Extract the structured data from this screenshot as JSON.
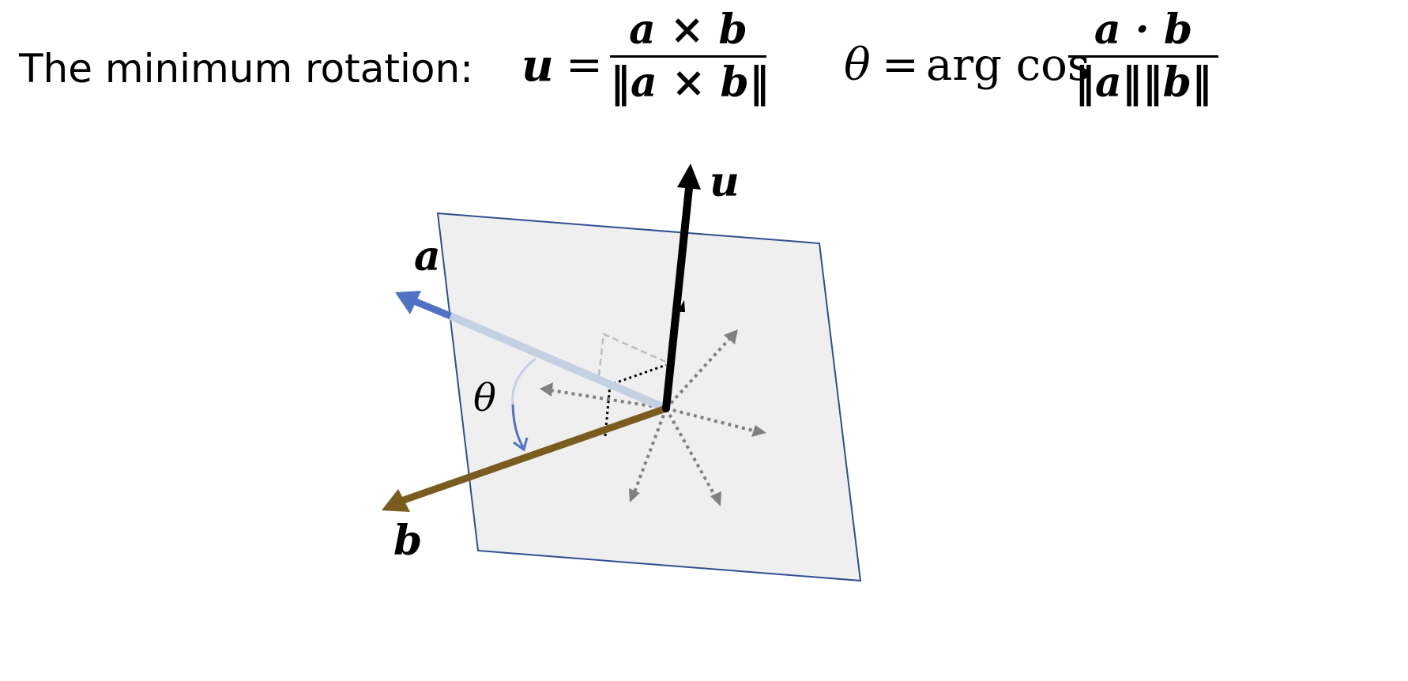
{
  "heading": "The minimum rotation:",
  "formula_u": {
    "lhs": "u",
    "equals": "=",
    "numerator": "a × b",
    "denominator": "‖a × b‖"
  },
  "formula_theta": {
    "lhs": "θ",
    "equals": "=",
    "func": "arg cos",
    "numerator": "a · b",
    "denominator": "‖a‖‖b‖"
  },
  "diagram": {
    "label_u": "u",
    "label_a": "a",
    "label_b": "b",
    "label_theta": "θ",
    "colors": {
      "plane_fill": "#efefef",
      "plane_edge": "#2f4f8f",
      "vector_a": "#4f72c4",
      "vector_a_faded": "#c5d0e3",
      "vector_b": "#7a5c1e",
      "vector_u": "#000000",
      "dotted_arrows": "#808080"
    }
  }
}
